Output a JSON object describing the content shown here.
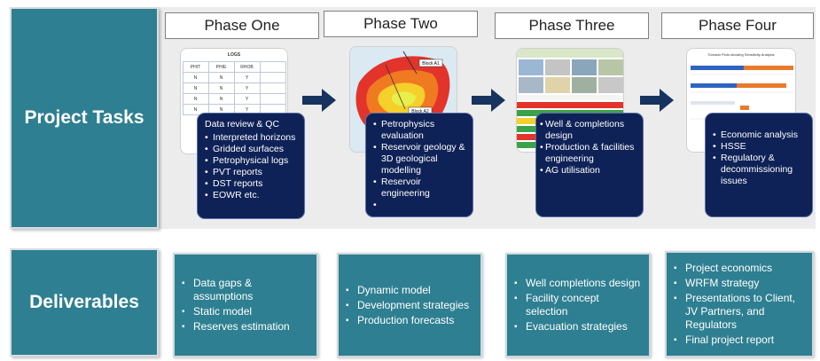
{
  "row_labels": {
    "tasks": "Project Tasks",
    "deliverables": "Deliverables"
  },
  "phases": [
    {
      "title": "Phase One",
      "heading": "Data review & QC",
      "items": [
        "Interpreted horizons",
        "Gridded surfaces",
        "Petrophysical logs",
        "PVT reports",
        "DST reports",
        "EOWR etc."
      ]
    },
    {
      "title": "Phase Two",
      "heading": "",
      "items": [
        "Petrophysics evaluation",
        "Reservoir geology & 3D geological modelling",
        "Reservoir engineering",
        ""
      ]
    },
    {
      "title": "Phase Three",
      "heading": "",
      "items": [
        "Well & completions design",
        "Production & facilities engineering",
        "AG utilisation"
      ]
    },
    {
      "title": "Phase Four",
      "heading": "",
      "items": [
        "Economic analysis",
        "HSSE",
        "Regulatory & decommissioning issues"
      ]
    }
  ],
  "thumbnails": {
    "logs": {
      "title": "LOGS",
      "headers": [
        "PHIT",
        "PHIE",
        "RHOB"
      ],
      "rows": [
        [
          "N",
          "N",
          "Y"
        ],
        [
          "N",
          "N",
          "Y"
        ],
        [
          "N",
          "N",
          "Y"
        ],
        [
          "N",
          "N",
          "Y"
        ]
      ]
    },
    "map": {
      "labels": [
        "Block A1",
        "Block A2"
      ]
    },
    "gantt_title": "Tornado Plots showing Sensitivity Analysis"
  },
  "deliverables": [
    [
      "Data gaps & assumptions",
      "Static model",
      "Reserves estimation"
    ],
    [
      "Dynamic model",
      "Development strategies",
      "Production forecasts"
    ],
    [
      "Well completions design",
      "Facility concept selection",
      "Evacuation strategies"
    ],
    [
      "Project economics",
      "WRFM strategy",
      "Presentations to Client, JV Partners, and Regulators",
      "Final project report"
    ]
  ],
  "colors": {
    "teal": "#2e7f91",
    "navy": "#0f2257",
    "band": "#ececec",
    "arrow": "#17335f"
  }
}
